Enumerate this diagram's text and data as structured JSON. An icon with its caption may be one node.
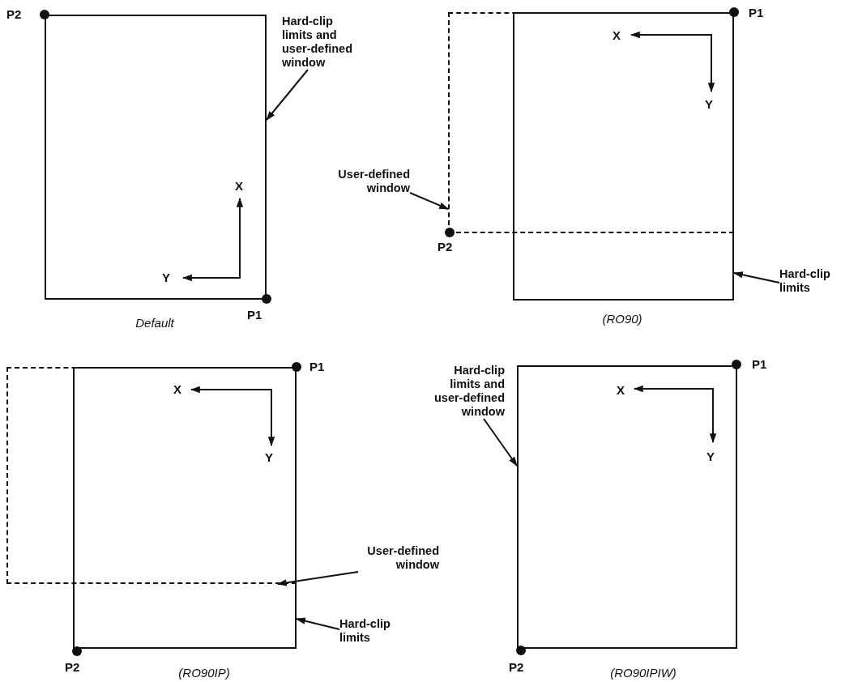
{
  "diagram": {
    "nodes": [
      {
        "text": [],
        "shape": "box",
        "beside": [
          "Default"
        ]
      },
      {
        "text": [
          "Hard-clip limits and user-defined window"
        ]
      },
      {
        "text": [],
        "shape": "box"
      },
      {
        "text": [],
        "shape": "box",
        "beside": [
          "(RO90)"
        ]
      },
      {
        "text": [
          "User-defined window"
        ]
      },
      {
        "text": [
          "Hard-clip limits"
        ]
      },
      {
        "text": [],
        "shape": "box"
      },
      {
        "text": [],
        "shape": "box",
        "beside": [
          "(RO90IP)"
        ]
      },
      {
        "text": [
          "User-defined window"
        ]
      },
      {
        "text": [
          "Hard-clip limits"
        ]
      },
      {
        "text": [],
        "shape": "box",
        "beside": [
          "(RO90IPIW)"
        ]
      },
      {
        "text": [
          "Hard-clip limits and user-defined window"
        ]
      }
    ],
    "edges": [
      {
        "from": 1,
        "to": 0,
        "arrow": "to"
      },
      {
        "from": 4,
        "to": 2,
        "arrow": "to"
      },
      {
        "from": 5,
        "to": 3,
        "arrow": "to"
      },
      {
        "from": 8,
        "to": 6,
        "arrow": "to"
      },
      {
        "from": 9,
        "to": 7,
        "arrow": "to"
      },
      {
        "from": 11,
        "to": 10,
        "arrow": "to"
      }
    ],
    "labels": [
      "P2",
      "X",
      "Y",
      "P1",
      "P1",
      "X",
      "Y",
      "P2",
      "P1",
      "X",
      "Y",
      "P2",
      "P1",
      "X",
      "Y",
      "P2"
    ]
  }
}
